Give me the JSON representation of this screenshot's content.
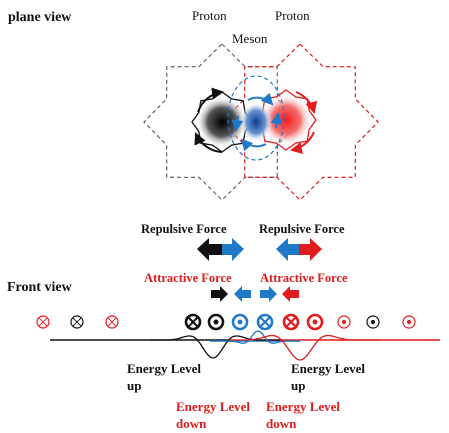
{
  "labels": {
    "plane_view": "plane view",
    "proton_left": "Proton",
    "proton_right": "Proton",
    "meson": "Meson",
    "repulsive_left": "Repulsive Force",
    "repulsive_right": "Repulsive Force",
    "attractive_left": "Attractive Force",
    "attractive_right": "Attractive Force",
    "front_view": "Front view",
    "energy_up_left_line1": "Energy Level",
    "energy_up_left_line2": "up",
    "energy_up_right_line1": "Energy Level",
    "energy_up_right_line2": "up",
    "energy_down_left_line1": "Energy Level",
    "energy_down_left_line2": "down",
    "energy_down_right_line1": "Energy Level",
    "energy_down_right_line2": "down"
  },
  "colors": {
    "black": "#111111",
    "red": "#e01c1c",
    "blue": "#1f78c8",
    "gray": "#666666"
  }
}
